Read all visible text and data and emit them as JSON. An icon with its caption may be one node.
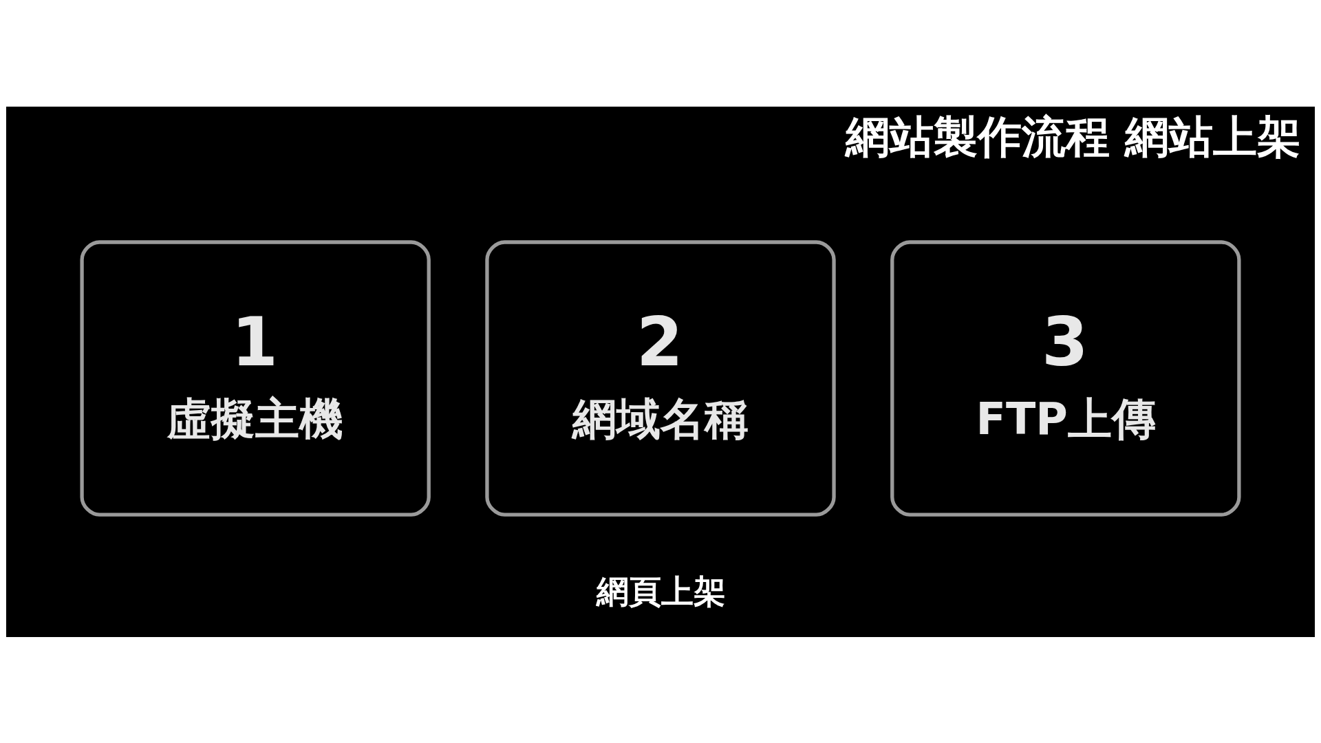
{
  "diagram": {
    "title": "網站製作流程 網站上架",
    "caption": "網頁上架",
    "nodes": [
      {
        "text": [
          "1",
          "虛擬主機"
        ]
      },
      {
        "text": [
          "2",
          "網域名稱"
        ]
      },
      {
        "text": [
          "3",
          "FTP上傳"
        ]
      }
    ]
  }
}
